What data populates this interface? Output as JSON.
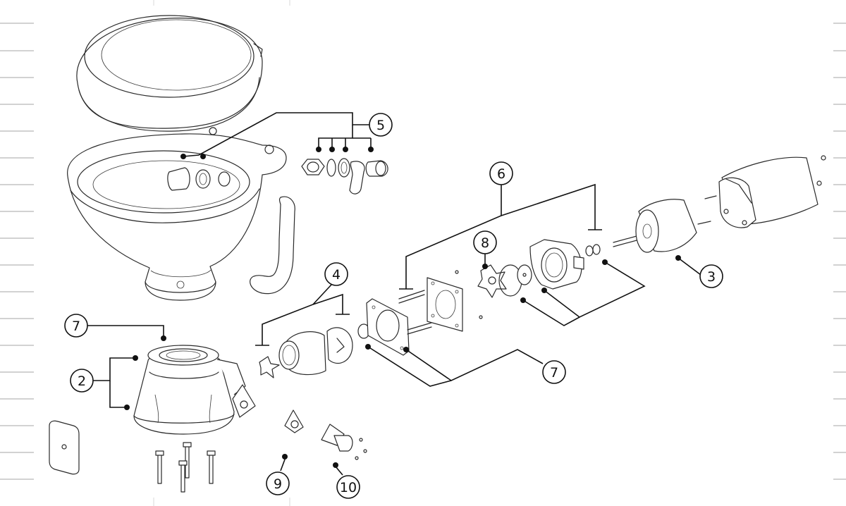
{
  "callouts": [
    {
      "id": "c5",
      "label": "5"
    },
    {
      "id": "c6",
      "label": "6"
    },
    {
      "id": "c8",
      "label": "8"
    },
    {
      "id": "c4",
      "label": "4"
    },
    {
      "id": "c3",
      "label": "3"
    },
    {
      "id": "c7a",
      "label": "7"
    },
    {
      "id": "c2",
      "label": "2"
    },
    {
      "id": "c7b",
      "label": "7"
    },
    {
      "id": "c9",
      "label": "9"
    },
    {
      "id": "c10",
      "label": "10"
    }
  ],
  "colors": {
    "line": "#2a2a2a",
    "background": "#ffffff",
    "rule": "#b8b8b8"
  }
}
